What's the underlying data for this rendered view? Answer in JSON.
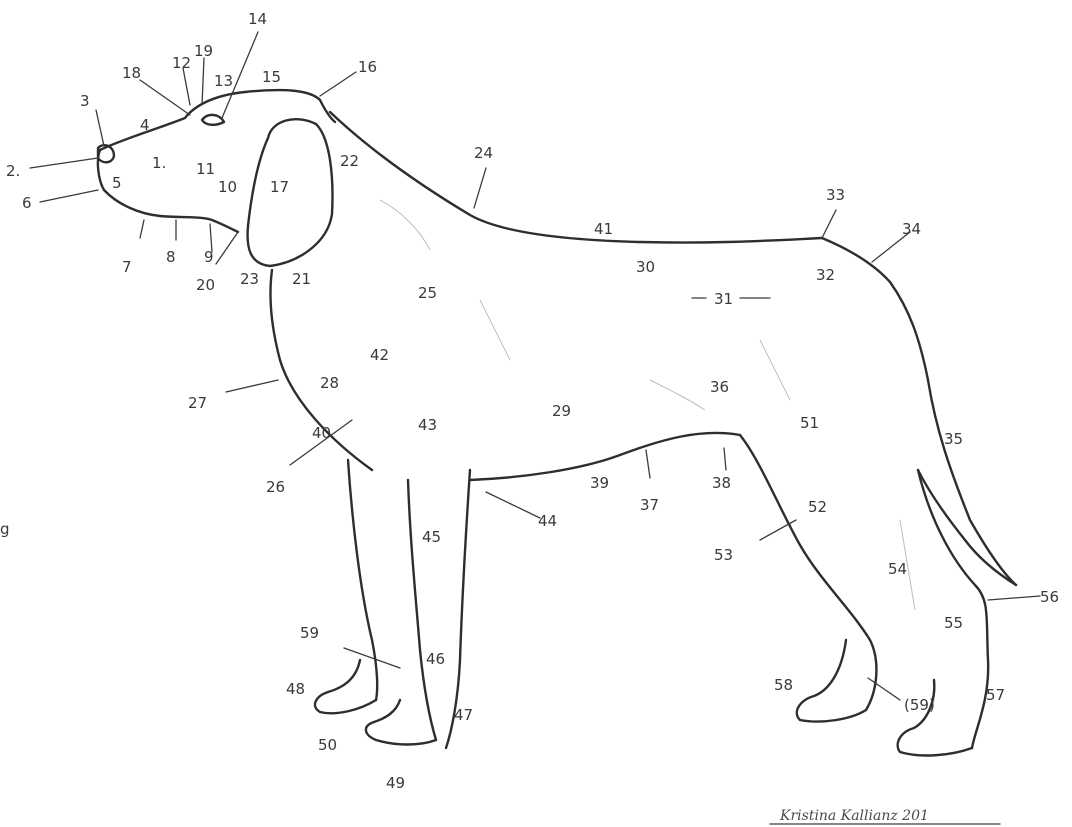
{
  "figure": {
    "type": "dog anatomy points diagram",
    "line_color": "#2e2e2e",
    "background": "#ffffff"
  },
  "labels": [
    "1.",
    "2.",
    "3",
    "4",
    "5",
    "6",
    "7",
    "8",
    "9",
    "10",
    "11",
    "12",
    "13",
    "14",
    "15",
    "16",
    "17",
    "18",
    "19",
    "20",
    "21",
    "22",
    "23",
    "24",
    "25",
    "26",
    "27",
    "28",
    "29",
    "30",
    "31",
    "32",
    "33",
    "34",
    "35",
    "36",
    "37",
    "38",
    "39",
    "40",
    "41",
    "42",
    "43",
    "44",
    "45",
    "46",
    "47",
    "48",
    "49",
    "50",
    "51",
    "52",
    "53",
    "54",
    "55",
    "56",
    "57",
    "58",
    "59",
    "(59)"
  ],
  "edge_text": "g",
  "signature": "Kristina Kallianz 201"
}
